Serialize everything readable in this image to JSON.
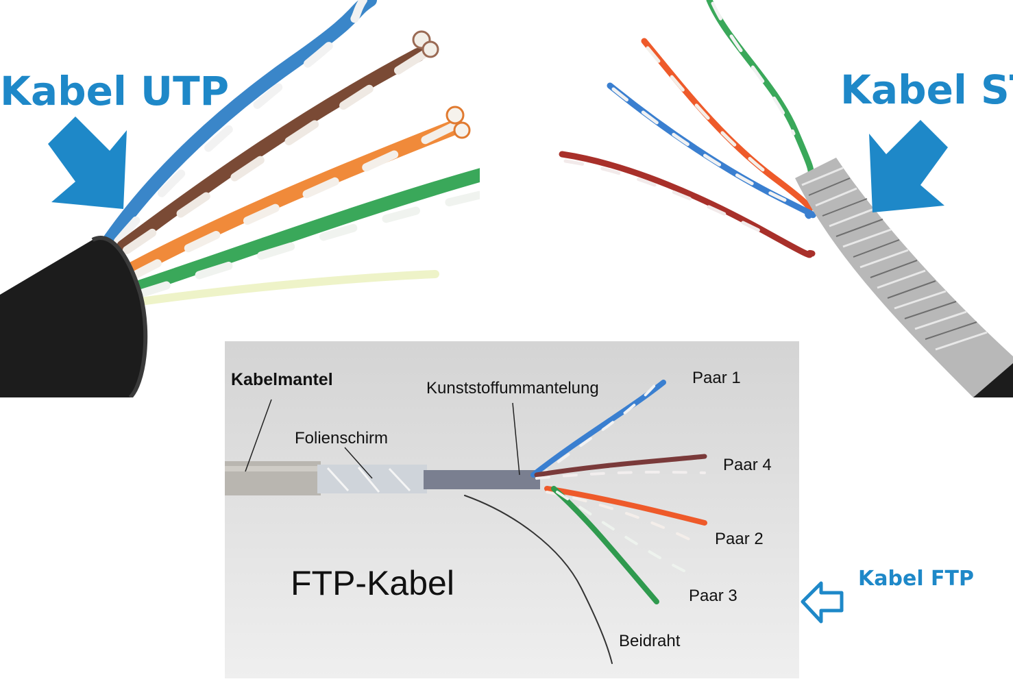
{
  "captions": {
    "utp": "Kabel UTP",
    "stp": "Kabel ST",
    "ftp": "Kabel FTP"
  },
  "ftp_photo": {
    "title": "FTP-Kabel",
    "labels": {
      "kabelmantel": "Kabelmantel",
      "folienschirm": "Folienschirm",
      "kunststoff": "Kunststoffummantelung",
      "paar1": "Paar 1",
      "paar4": "Paar 4",
      "paar2": "Paar 2",
      "paar3": "Paar 3",
      "beidraht": "Beidraht"
    }
  },
  "colors": {
    "caption_blue": "#1e88c8",
    "arrow_blue": "#1e88c8",
    "jacket_black": "#1c1c1c",
    "panel_bg": "#dcdcdc"
  },
  "icons": [
    "arrow-down-right-icon",
    "arrow-down-left-icon",
    "outline-arrow-left-icon"
  ]
}
